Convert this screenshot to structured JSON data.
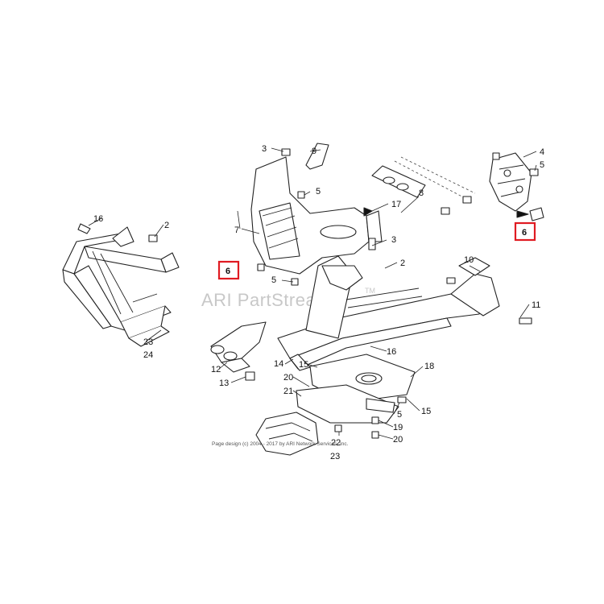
{
  "watermark": {
    "text": "ARI PartStream",
    "trademark": "TM"
  },
  "copyright": "Page design (c) 2004 - 2017 by ARI Network Services, Inc.",
  "highlight_color": "#e01b22",
  "callouts": [
    {
      "id": "c3a",
      "label": "3"
    },
    {
      "id": "c9",
      "label": "9"
    },
    {
      "id": "c4",
      "label": "4"
    },
    {
      "id": "c5a",
      "label": "5"
    },
    {
      "id": "c5b",
      "label": "5"
    },
    {
      "id": "c8",
      "label": "8"
    },
    {
      "id": "c16a",
      "label": "16"
    },
    {
      "id": "c2a",
      "label": "2"
    },
    {
      "id": "c7",
      "label": "7"
    },
    {
      "id": "c17",
      "label": "17"
    },
    {
      "id": "c3b",
      "label": "3"
    },
    {
      "id": "c2b",
      "label": "2"
    },
    {
      "id": "c5c",
      "label": "5"
    },
    {
      "id": "c10",
      "label": "10"
    },
    {
      "id": "c11",
      "label": "11"
    },
    {
      "id": "c23a",
      "label": "23"
    },
    {
      "id": "c24",
      "label": "24"
    },
    {
      "id": "c16b",
      "label": "16"
    },
    {
      "id": "c14",
      "label": "14"
    },
    {
      "id": "c15a",
      "label": "15"
    },
    {
      "id": "c18",
      "label": "18"
    },
    {
      "id": "c12",
      "label": "12"
    },
    {
      "id": "c13",
      "label": "13"
    },
    {
      "id": "c20a",
      "label": "20"
    },
    {
      "id": "c21",
      "label": "21"
    },
    {
      "id": "c5d",
      "label": "5"
    },
    {
      "id": "c15b",
      "label": "15"
    },
    {
      "id": "c19",
      "label": "19"
    },
    {
      "id": "c20b",
      "label": "20"
    },
    {
      "id": "c22",
      "label": "22"
    },
    {
      "id": "c23b",
      "label": "23"
    }
  ],
  "highlighted_callouts": [
    {
      "id": "h6a",
      "label": "6"
    },
    {
      "id": "h6b",
      "label": "6"
    }
  ]
}
